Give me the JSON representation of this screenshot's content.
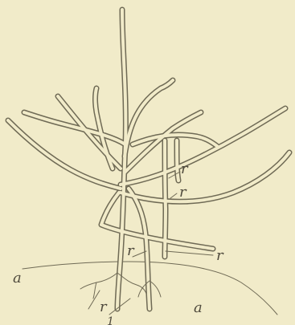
{
  "labels": {
    "a_left": "a",
    "a_right": "a",
    "r_upper1": "r",
    "r_upper2": "r",
    "r_mid": "r",
    "r_right": "r",
    "r_bottom": "r",
    "num_bottom": "1"
  }
}
